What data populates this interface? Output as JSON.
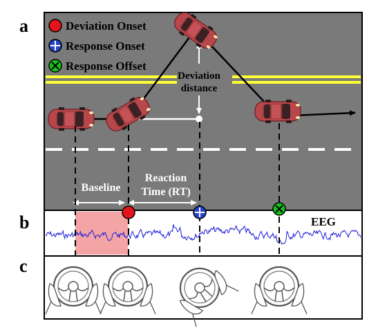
{
  "panels": {
    "a": "a",
    "b": "b",
    "c": "c"
  },
  "legend": [
    {
      "label": "Deviation Onset",
      "color": "#e3141c",
      "marker": "filled-circle-icon"
    },
    {
      "label": "Response Onset",
      "color": "#2244cc",
      "marker": "circle-plus-icon"
    },
    {
      "label": "Response Offset",
      "color": "#18c21c",
      "marker": "circle-x-icon"
    }
  ],
  "annotations": {
    "deviation_line1": "Deviation",
    "deviation_line2": "distance",
    "baseline": "Baseline",
    "reaction_line1": "Reaction",
    "reaction_line2": "Time (RT)",
    "eeg": "EEG"
  },
  "colors": {
    "road": "#7a7a7a",
    "lane_yellow": "#ffff33",
    "dash_white": "#ffffff",
    "eeg_trace": "#1a1adc",
    "baseline_fill": "#f4a4a4",
    "car": "#b8474b"
  },
  "icons": {
    "car": "car-icon",
    "steering": "steering-wheel-icon"
  }
}
